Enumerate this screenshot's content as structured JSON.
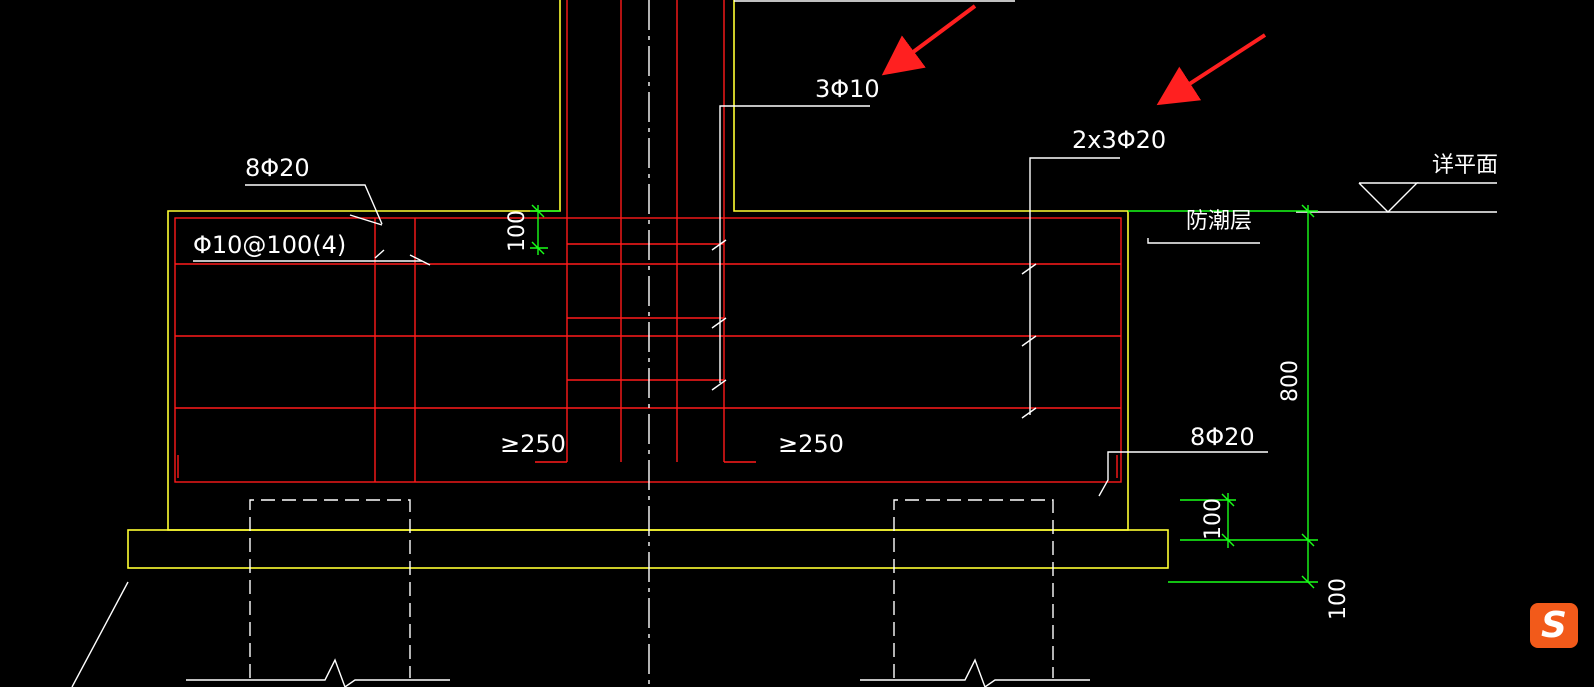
{
  "labels": {
    "rebar_3phi10": "3Φ10",
    "rebar_2x3phi20": "2x3Φ20",
    "rebar_8phi20_top": "8Φ20",
    "rebar_8phi20_bottom": "8Φ20",
    "stirrup": "Φ10@100(4)",
    "detail_plan": "详平面",
    "damp_proof": "防潮层",
    "min_250_left": "≥250",
    "min_250_right": "≥250",
    "dim_100_top": "100",
    "dim_800": "800",
    "dim_100_right": "100",
    "dim_100_bottom": "100",
    "app_logo": "S"
  },
  "colors": {
    "background": "#000000",
    "rebar": "#ff1a1a",
    "outline": "#ffff33",
    "annotation": "#ffffff",
    "dimension": "#19ff19",
    "arrow": "#ff2020",
    "logo": "#f25a1a"
  }
}
